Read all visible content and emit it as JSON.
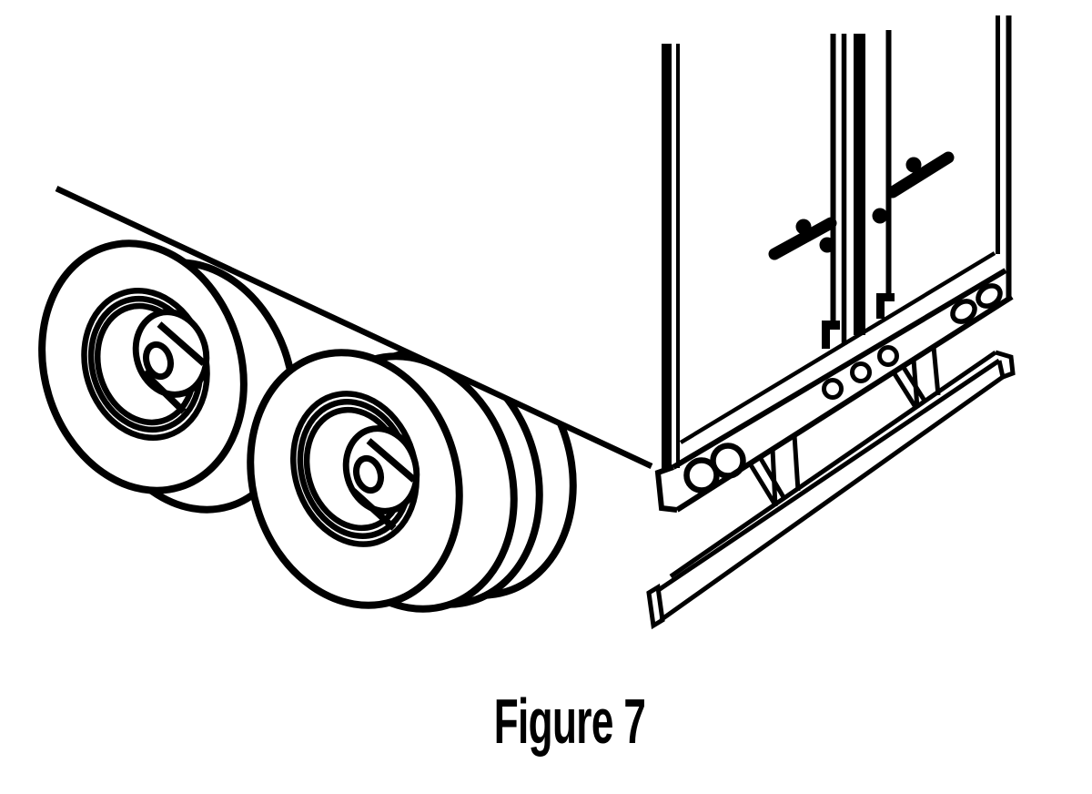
{
  "figure": {
    "caption": "Figure 7",
    "background_color": "#ffffff",
    "line_color": "#000000",
    "illustration": {
      "subject": "line drawing of the left-rear of a semi-trailer: tandem dual wheels under the trailer body and the rear frame with doors, lock rods, handles, tail lights and underride-guard bumper",
      "elements": [
        "trailer-side-bottom-edge-line",
        "front-dual-wheel",
        "rear-dual-wheel",
        "wheel-rim-rings",
        "wheel-hub-and-axle",
        "rear-door-left-corner-post",
        "rear-door-right-corner-post",
        "door-lock-rods",
        "door-lock-handles",
        "lock-rod-keepers",
        "floor-line",
        "rear-sill-crossmember",
        "left-tail-light-pair",
        "right-tail-light-pair",
        "sill-holes",
        "bumper-support-struts",
        "gusset-braces",
        "underride-guard-bumper"
      ]
    }
  }
}
